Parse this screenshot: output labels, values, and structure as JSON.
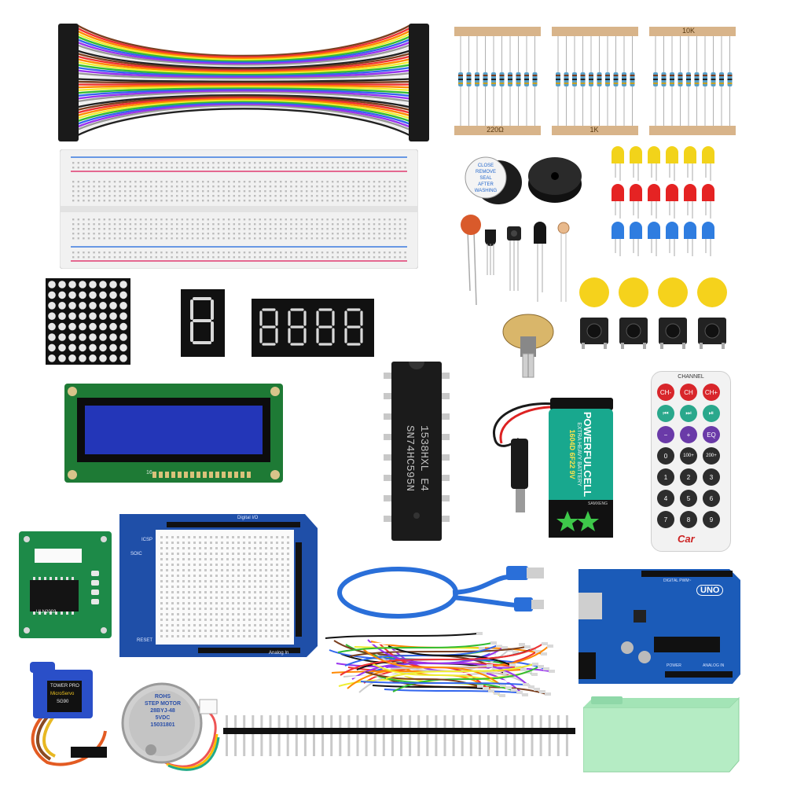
{
  "resistors": {
    "strip_labels": [
      "",
      "",
      "",
      "10K"
    ],
    "bottom_labels": [
      "220Ω",
      "1K",
      ""
    ]
  },
  "buzzer": {
    "sticker_text": [
      "CLOSE",
      "REMOVE",
      "SEAL",
      "AFTER",
      "WASHING"
    ]
  },
  "led_colors": [
    "#f2d31a",
    "#e52323",
    "#2f7de0"
  ],
  "button_cap_color": "#f5d21c",
  "chip": {
    "line1": "1538HXL E4",
    "line2": "SN74HC595N"
  },
  "battery": {
    "brand": "POWERFULCELL",
    "line1": "EXTRA HEAVY BATTERY",
    "line2": "1604D 6F22 9V",
    "maker": "SAMXENG"
  },
  "remote": {
    "header": "CHANNEL",
    "buttons": [
      "CH-",
      "CH",
      "CH+",
      "⏮",
      "⏭",
      "⏯",
      "−",
      "+",
      "EQ",
      "0",
      "100+",
      "200+",
      "1",
      "2",
      "3",
      "4",
      "5",
      "6",
      "7",
      "8",
      "9"
    ],
    "logo": "Car"
  },
  "protoshield": {
    "top_label": "Digital I/O",
    "icsp": "ICSP",
    "soic": "SOIC",
    "reset": "RESET",
    "analog": "Analog In"
  },
  "motor_driver": {
    "label": "ULN2003"
  },
  "uno": {
    "label": "UNO",
    "sub": "DIGITAL PWM~",
    "power": "POWER",
    "analog": "ANALOG IN"
  },
  "servo": {
    "brand": "TOWER PRO",
    "model": "MicroServo",
    "code": "SG90"
  },
  "stepper": {
    "lines": [
      "ROHS",
      "STEP MOTOR",
      "28BYJ-48",
      "5VDC",
      "15031801"
    ]
  },
  "lcd_pin_label": "16"
}
